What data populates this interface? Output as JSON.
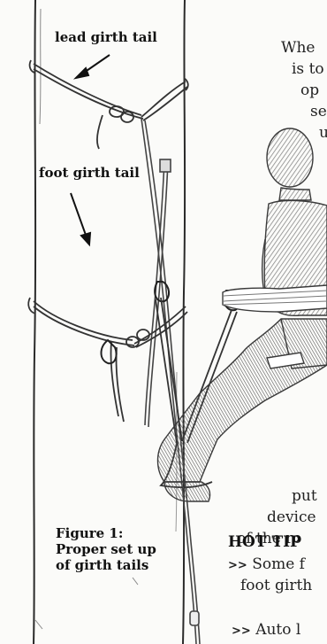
{
  "labels": {
    "lead_girth_tail": "lead girth tail",
    "foot_girth_tail": "foot girth tail"
  },
  "body_lines": [
    "Whe",
    "is to",
    "op",
    "se",
    "u",
    "put",
    "device",
    "of the ro"
  ],
  "figure_caption": [
    "Figure 1:",
    "Proper set up",
    "of girth tails"
  ],
  "hot_tip": {
    "title": "HOT TIP",
    "bullet": ">>",
    "lines": [
      "Some f",
      "foot girth",
      "Auto l"
    ]
  },
  "colors": {
    "ink": "#1c1c1c",
    "paper": "#fbfbf9",
    "pencil": "#6a6a6a"
  }
}
